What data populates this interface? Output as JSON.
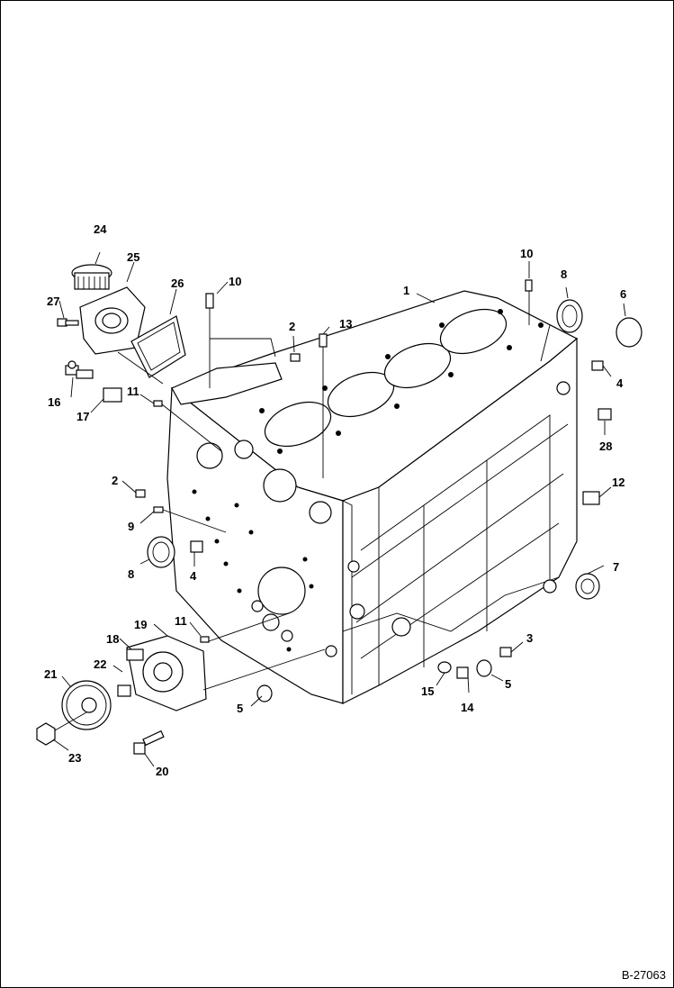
{
  "figure_id": "B-27063",
  "callouts": [
    "1",
    "2",
    "2",
    "3",
    "4",
    "4",
    "5",
    "5",
    "6",
    "7",
    "8",
    "8",
    "9",
    "10",
    "10",
    "11",
    "11",
    "12",
    "13",
    "14",
    "15",
    "16",
    "17",
    "18",
    "19",
    "20",
    "21",
    "22",
    "23",
    "24",
    "25",
    "26",
    "27",
    "28"
  ]
}
